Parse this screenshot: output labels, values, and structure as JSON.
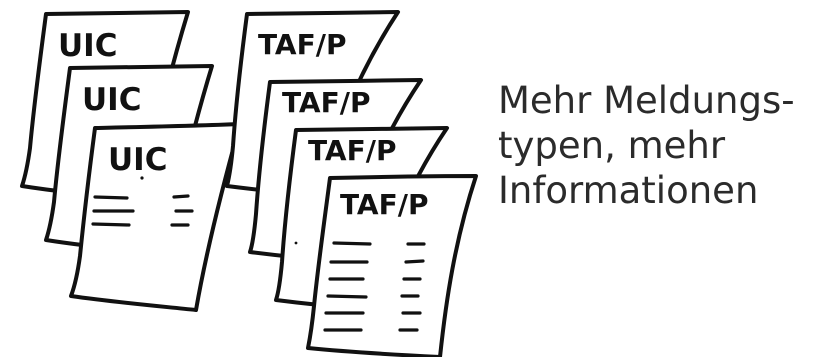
{
  "stacks": {
    "uic": {
      "sheets": [
        {
          "label": "UIC"
        },
        {
          "label": "UIC"
        },
        {
          "label": "UIC"
        }
      ]
    },
    "taf": {
      "sheets": [
        {
          "label": "TAF/P"
        },
        {
          "label": "TAF/P"
        },
        {
          "label": "TAF/P"
        },
        {
          "label": "TAF/P"
        }
      ]
    }
  },
  "caption": {
    "line1": "Mehr Meldungs-",
    "line2": "typen, mehr",
    "line3": "Informationen"
  }
}
